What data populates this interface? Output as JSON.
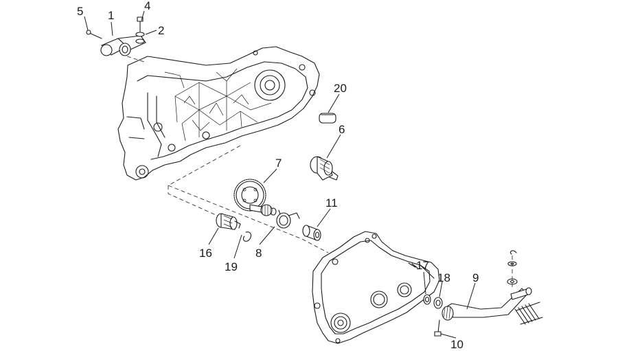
{
  "diagram": {
    "callouts": [
      {
        "id": "c5",
        "text": "5"
      },
      {
        "id": "c1",
        "text": "1"
      },
      {
        "id": "c4",
        "text": "4"
      },
      {
        "id": "c2",
        "text": "2"
      },
      {
        "id": "c20",
        "text": "20"
      },
      {
        "id": "c6",
        "text": "6"
      },
      {
        "id": "c7",
        "text": "7"
      },
      {
        "id": "c11",
        "text": "11"
      },
      {
        "id": "c16",
        "text": "16"
      },
      {
        "id": "c19",
        "text": "19"
      },
      {
        "id": "c8",
        "text": "8"
      },
      {
        "id": "c17",
        "text": "17"
      },
      {
        "id": "c18",
        "text": "18"
      },
      {
        "id": "c9",
        "text": "9"
      },
      {
        "id": "c10",
        "text": "10"
      }
    ]
  }
}
